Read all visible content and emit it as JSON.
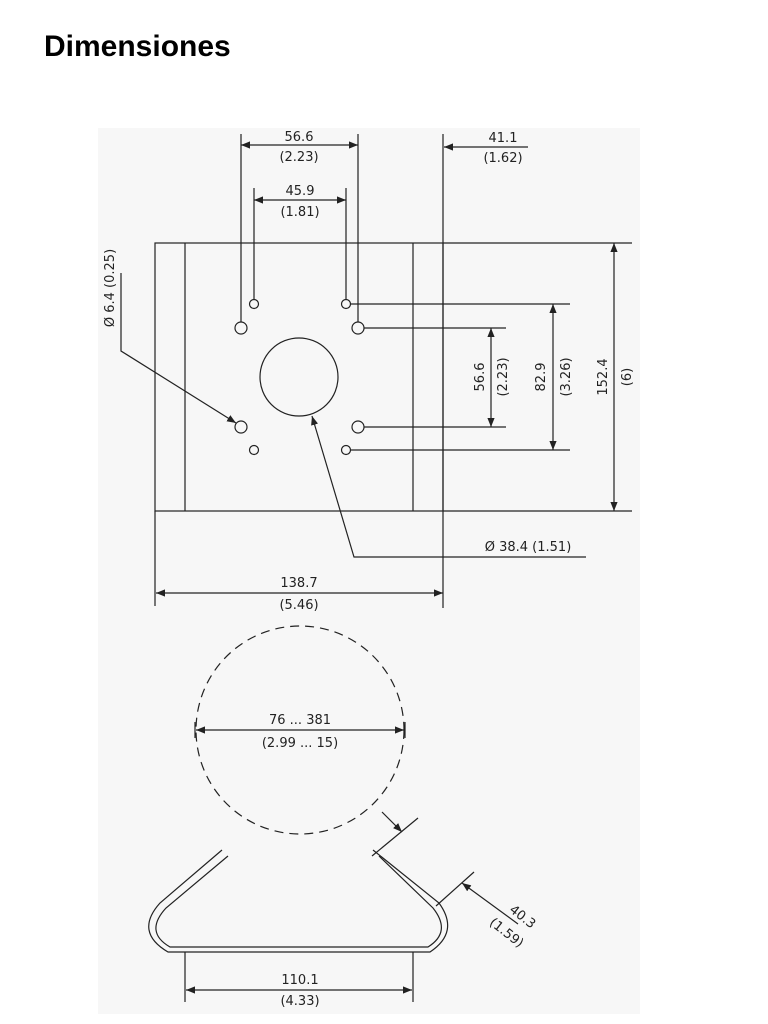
{
  "page": {
    "title": "Dimensiones"
  },
  "drawing": {
    "line_color": "#222222",
    "panel_color": "#f7f7f7",
    "top_view": {
      "dim_hole_spacing_outer": {
        "mm": "56.6",
        "in": "(2.23)"
      },
      "dim_hole_spacing_inner": {
        "mm": "45.9",
        "in": "(1.81)"
      },
      "dim_offset": {
        "mm": "41.1",
        "in": "(1.62)"
      },
      "dim_small_hole_dia": "Ø 6.4 (0.25)",
      "dim_vertical_inner": {
        "mm": "56.6",
        "in": "(2.23)"
      },
      "dim_vertical_middle": {
        "mm": "82.9",
        "in": "(3.26)"
      },
      "dim_height": {
        "mm": "152.4",
        "in": "(6)"
      },
      "dim_large_hole_dia": "Ø 38.4 (1.51)",
      "dim_width": {
        "mm": "138.7",
        "in": "(5.46)"
      }
    },
    "bottom_view": {
      "dim_pole_range": {
        "mm": "76 ... 381",
        "in": "(2.99 ... 15)"
      },
      "dim_flange": {
        "mm": "40.3",
        "in": "(1.59)"
      },
      "dim_base_width": {
        "mm": "110.1",
        "in": "(4.33)"
      }
    }
  }
}
